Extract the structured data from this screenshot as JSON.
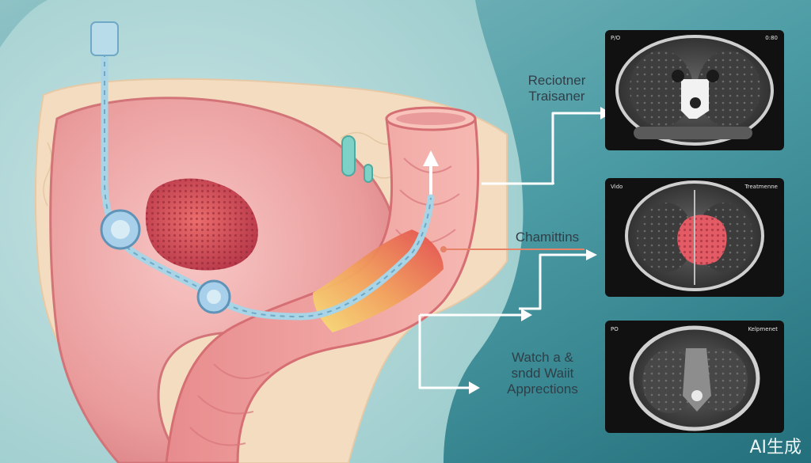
{
  "labels": {
    "label1": {
      "line1": "Reciotner",
      "line2": "Traisaner"
    },
    "label2": {
      "line1": "Chamittins"
    },
    "label3": {
      "line1": "Watch a &",
      "line2": "sndd Waiit",
      "line3": "Apprections"
    }
  },
  "scans": {
    "top": {
      "corner_left": "P/O",
      "corner_right": "0:80"
    },
    "middle": {
      "corner_left": "Vido",
      "corner_right": "Treatmenne"
    },
    "bottom": {
      "corner_left": "PO",
      "corner_right": "Kelpmenet"
    }
  },
  "watermark": "AI生成",
  "colors": {
    "background": "#2a7a86",
    "arrow": "#ffffff",
    "tumor": "#d9565d",
    "pointer_line": "#e58268"
  }
}
